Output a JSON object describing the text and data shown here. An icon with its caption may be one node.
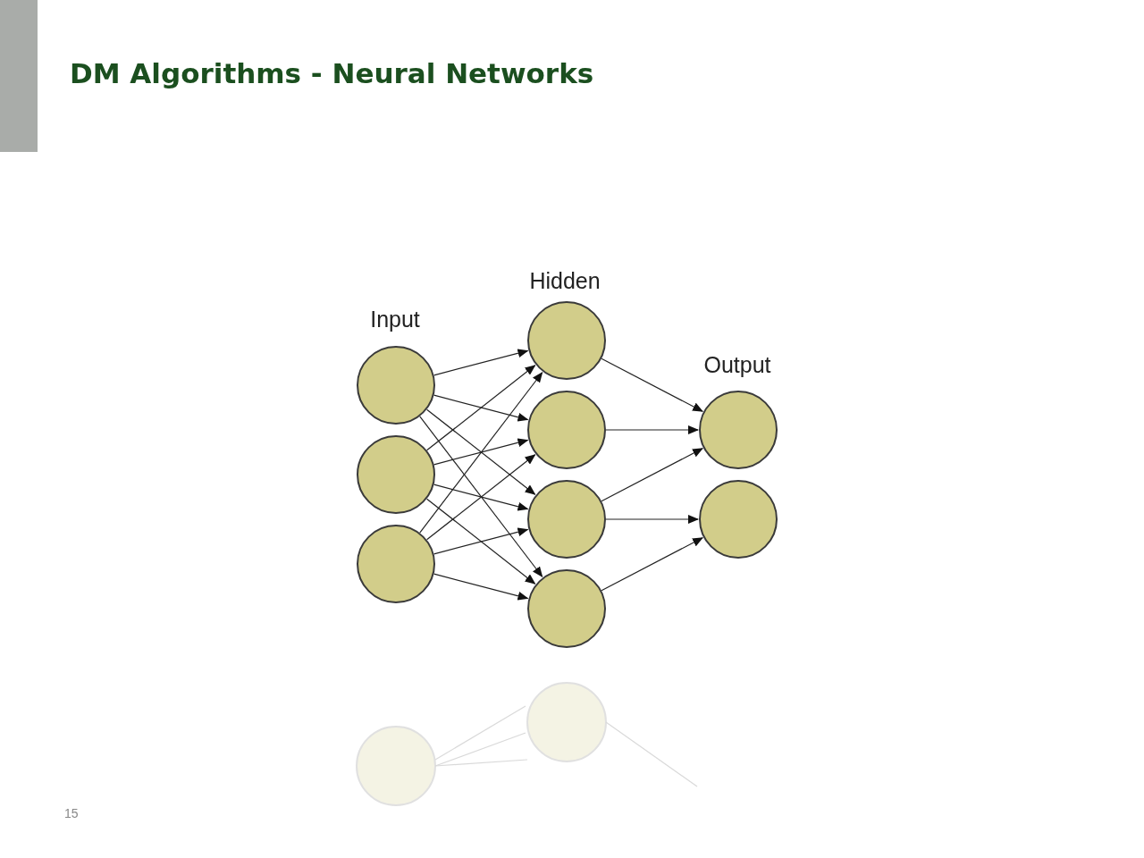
{
  "diagram": {
    "title": "DM Algorithms - Neural Networks",
    "nodes": [
      {
        "text": [],
        "shape": "circle"
      },
      {
        "text": [],
        "shape": "circle"
      },
      {
        "text": [],
        "shape": "circle"
      },
      {
        "text": [],
        "shape": "circle"
      },
      {
        "text": [],
        "shape": "circle"
      },
      {
        "text": [],
        "shape": "circle"
      },
      {
        "text": [],
        "shape": "circle"
      },
      {
        "text": [],
        "shape": "circle"
      },
      {
        "text": [],
        "shape": "circle"
      }
    ],
    "edges": [
      {
        "from": 0,
        "to": 3,
        "arrow": "to"
      },
      {
        "from": 0,
        "to": 4,
        "arrow": "to"
      },
      {
        "from": 0,
        "to": 5,
        "arrow": "to"
      },
      {
        "from": 0,
        "to": 6,
        "arrow": "to"
      },
      {
        "from": 1,
        "to": 3,
        "arrow": "to"
      },
      {
        "from": 1,
        "to": 4,
        "arrow": "to"
      },
      {
        "from": 1,
        "to": 5,
        "arrow": "to"
      },
      {
        "from": 1,
        "to": 6,
        "arrow": "to"
      },
      {
        "from": 2,
        "to": 3,
        "arrow": "to"
      },
      {
        "from": 2,
        "to": 4,
        "arrow": "to"
      },
      {
        "from": 2,
        "to": 5,
        "arrow": "to"
      },
      {
        "from": 2,
        "to": 6,
        "arrow": "to"
      },
      {
        "from": 3,
        "to": 7,
        "arrow": "to"
      },
      {
        "from": 4,
        "to": 7,
        "arrow": "to"
      },
      {
        "from": 5,
        "to": 7,
        "arrow": "to"
      },
      {
        "from": 5,
        "to": 8,
        "arrow": "to"
      },
      {
        "from": 6,
        "to": 8,
        "arrow": "to"
      }
    ],
    "labels": [
      "Hidden",
      "Input",
      "Output",
      "15"
    ]
  }
}
